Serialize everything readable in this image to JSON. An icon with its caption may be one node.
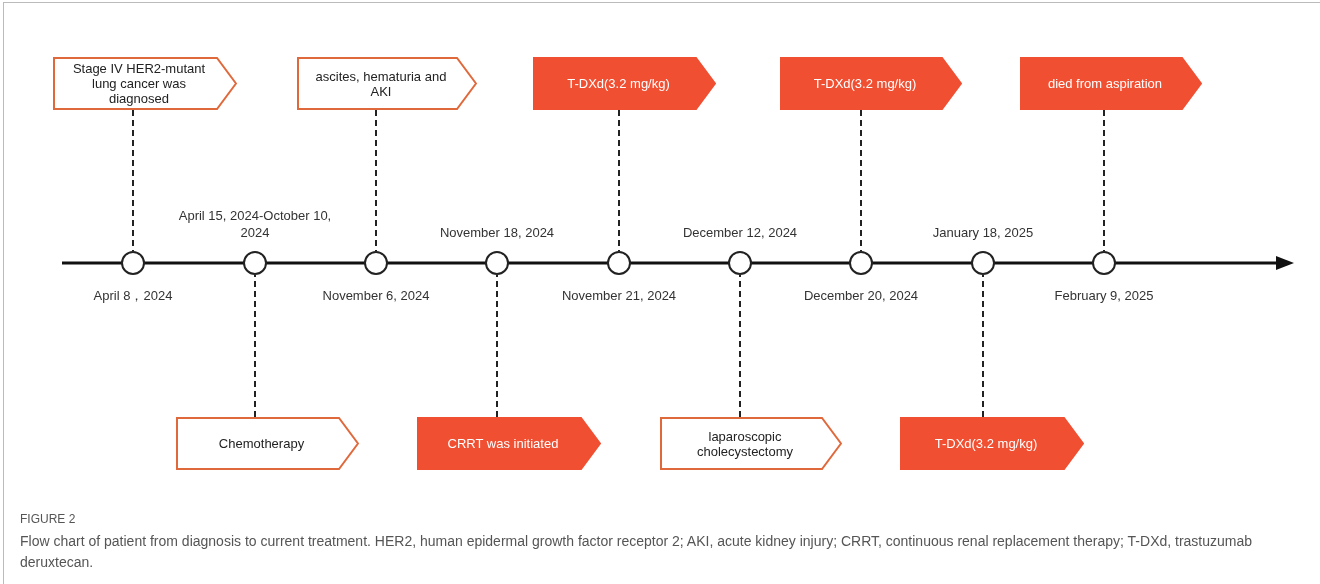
{
  "diagram": {
    "caption": "Flow chart of patient from diagnosis to current treatment. HER2, human epidermal growth factor receptor 2; AKI, acute kidney injury; CRRT, continuous renal replacement therapy; T-DXd, trastuzumab deruxtecan.",
    "nodes": [
      {
        "text": [
          "Stage IV HER2-mutant lung cancer was diagnosed"
        ]
      },
      {
        "text": [
          "ascites, hematuria and AKI"
        ]
      },
      {
        "text": [
          "T-DXd(3.2 mg/kg)"
        ]
      },
      {
        "text": [
          "T-DXd(3.2 mg/kg)"
        ]
      },
      {
        "text": [
          "died from aspiration"
        ]
      },
      {
        "text": [],
        "shape": "circle",
        "beside": [
          "April 8，2024"
        ]
      },
      {
        "text": [],
        "shape": "circle",
        "beside": [
          "April 15, 2024-October 10, 2024"
        ]
      },
      {
        "text": [],
        "shape": "circle",
        "beside": [
          "November 6, 2024"
        ]
      },
      {
        "text": [],
        "shape": "circle",
        "beside": [
          "November 18, 2024"
        ]
      },
      {
        "text": [],
        "shape": "circle",
        "beside": [
          "November 21, 2024"
        ]
      },
      {
        "text": [],
        "shape": "circle",
        "beside": [
          "December 12, 2024"
        ]
      },
      {
        "text": [],
        "shape": "circle",
        "beside": [
          "December 20, 2024"
        ]
      },
      {
        "text": [],
        "shape": "circle",
        "beside": [
          "January 18, 2025"
        ]
      },
      {
        "text": [],
        "shape": "circle",
        "beside": [
          "February 9, 2025"
        ]
      },
      {
        "text": [
          "Chemotherapy"
        ]
      },
      {
        "text": [
          "CRRT was initiated"
        ]
      },
      {
        "text": [
          "laparoscopic cholecystectomy"
        ]
      },
      {
        "text": [
          "T-DXd(3.2 mg/kg)"
        ]
      }
    ],
    "edges": [
      {
        "from": 0,
        "to": 5,
        "arrow": "none",
        "style": "dashed"
      },
      {
        "from": 1,
        "to": 7,
        "arrow": "none",
        "style": "dashed"
      },
      {
        "from": 2,
        "to": 9,
        "arrow": "none",
        "style": "dashed"
      },
      {
        "from": 3,
        "to": 11,
        "arrow": "none",
        "style": "dashed"
      },
      {
        "from": 4,
        "to": 13,
        "arrow": "none",
        "style": "dashed"
      },
      {
        "from": 14,
        "to": 6,
        "arrow": "none",
        "style": "dashed"
      },
      {
        "from": 15,
        "to": 8,
        "arrow": "none",
        "style": "dashed"
      },
      {
        "from": 16,
        "to": 10,
        "arrow": "none",
        "style": "dashed"
      },
      {
        "from": 17,
        "to": 12,
        "arrow": "none",
        "style": "dashed"
      }
    ],
    "labels": [
      "FIGURE 2"
    ]
  }
}
